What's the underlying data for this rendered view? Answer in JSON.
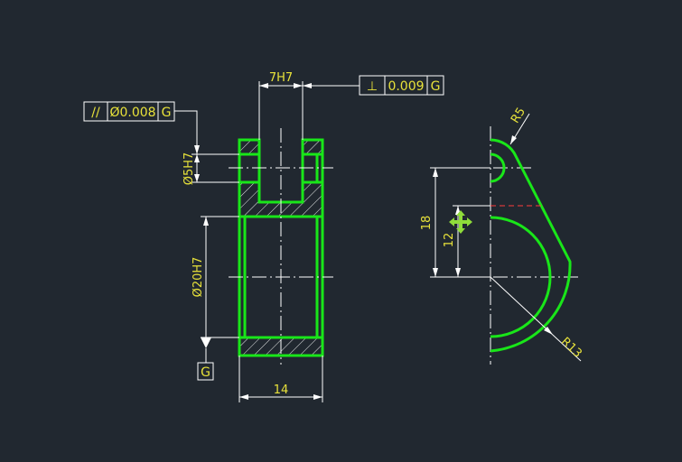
{
  "colors": {
    "background": "#212830",
    "part_outline": "#19e619",
    "dimension_lines": "#ffffff",
    "dimension_text": "#e8e23a",
    "hidden_line": "#ff3b3b",
    "grip_marker": "#8fdc3a"
  },
  "front_view": {
    "dim_slot_width": "7H7",
    "dim_small_hole": "Ø5H7",
    "dim_large_hole": "Ø20H7",
    "dim_overall_width": "14",
    "datum_label": "G"
  },
  "fcf_parallelism": {
    "symbol": "//",
    "tolerance": "Ø0.008",
    "datum": "G"
  },
  "fcf_perpendicularity": {
    "symbol": "⊥",
    "tolerance": "0.009",
    "datum": "G"
  },
  "side_view": {
    "dim_outer_height": "18",
    "dim_inner_height": "12",
    "radius_small": "R5",
    "radius_large": "R13",
    "grip_icon": "move-grip-icon"
  }
}
